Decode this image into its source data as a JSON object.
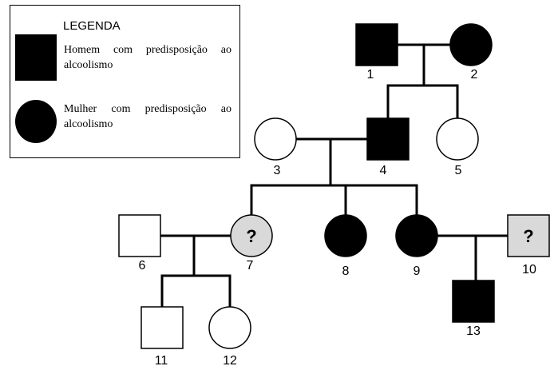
{
  "legend": {
    "title": "LEGENDA",
    "male_label": "Homem com   predisposição ao alcoolismo",
    "female_label": "Mulher com predisposição ao alcoolismo"
  },
  "unknown_mark": "?",
  "individuals": [
    {
      "id": "1",
      "label": "1",
      "sex": "male",
      "status": "affected"
    },
    {
      "id": "2",
      "label": "2",
      "sex": "female",
      "status": "affected"
    },
    {
      "id": "3",
      "label": "3",
      "sex": "female",
      "status": "unaffected"
    },
    {
      "id": "4",
      "label": "4",
      "sex": "male",
      "status": "affected"
    },
    {
      "id": "5",
      "label": "5",
      "sex": "female",
      "status": "unaffected"
    },
    {
      "id": "6",
      "label": "6",
      "sex": "male",
      "status": "unaffected"
    },
    {
      "id": "7",
      "label": "7",
      "sex": "female",
      "status": "unknown"
    },
    {
      "id": "8",
      "label": "8",
      "sex": "female",
      "status": "affected"
    },
    {
      "id": "9",
      "label": "9",
      "sex": "female",
      "status": "affected"
    },
    {
      "id": "10",
      "label": "10",
      "sex": "male",
      "status": "unknown"
    },
    {
      "id": "11",
      "label": "11",
      "sex": "male",
      "status": "unaffected"
    },
    {
      "id": "12",
      "label": "12",
      "sex": "female",
      "status": "unaffected"
    },
    {
      "id": "13",
      "label": "13",
      "sex": "male",
      "status": "affected"
    }
  ],
  "couples": [
    {
      "partners": [
        "1",
        "2"
      ],
      "children": [
        "4",
        "5"
      ]
    },
    {
      "partners": [
        "3",
        "4"
      ],
      "children": [
        "7",
        "8",
        "9"
      ]
    },
    {
      "partners": [
        "6",
        "7"
      ],
      "children": [
        "11",
        "12"
      ]
    },
    {
      "partners": [
        "9",
        "10"
      ],
      "children": [
        "13"
      ]
    }
  ],
  "colors": {
    "affected": "#000000",
    "unaffected": "#ffffff",
    "unknown": "#d9d9d9",
    "line": "#000000"
  }
}
